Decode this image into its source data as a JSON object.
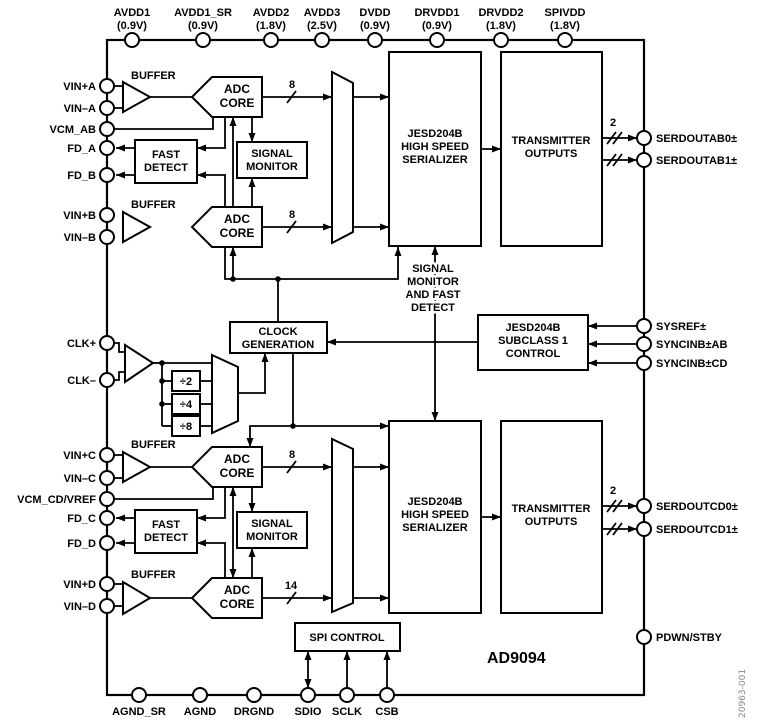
{
  "chip": {
    "part_number": "AD9094",
    "doc_number": "20963-001"
  },
  "top_pins": [
    {
      "name": "AVDD1",
      "voltage": "(0.9V)"
    },
    {
      "name": "AVDD1_SR",
      "voltage": "(0.9V)"
    },
    {
      "name": "AVDD2",
      "voltage": "(1.8V)"
    },
    {
      "name": "AVDD3",
      "voltage": "(2.5V)"
    },
    {
      "name": "DVDD",
      "voltage": "(0.9V)"
    },
    {
      "name": "DRVDD1",
      "voltage": "(0.9V)"
    },
    {
      "name": "DRVDD2",
      "voltage": "(1.8V)"
    },
    {
      "name": "SPIVDD",
      "voltage": "(1.8V)"
    }
  ],
  "left_pins": [
    "VIN+A",
    "VIN–A",
    "VCM_AB",
    "FD_A",
    "FD_B",
    "VIN+B",
    "VIN–B",
    "CLK+",
    "CLK–",
    "VIN+C",
    "VIN–C",
    "VCM_CD/VREF",
    "FD_C",
    "FD_D",
    "VIN+D",
    "VIN–D"
  ],
  "right_pins": [
    "SERDOUTAB0±",
    "SERDOUTAB1±",
    "SYSREF±",
    "SYNCINB±AB",
    "SYNCINB±CD",
    "SERDOUTCD0±",
    "SERDOUTCD1±",
    "PDWN/STBY"
  ],
  "bottom_pins": [
    "AGND_SR",
    "AGND",
    "DRGND",
    "SDIO",
    "SCLK",
    "CSB"
  ],
  "blocks": {
    "buffer": "BUFFER",
    "adc_core": [
      "ADC",
      "CORE"
    ],
    "fast_detect": [
      "FAST",
      "DETECT"
    ],
    "signal_monitor": [
      "SIGNAL",
      "MONITOR"
    ],
    "clock_generation": [
      "CLOCK",
      "GENERATION"
    ],
    "dividers": [
      "÷2",
      "÷4",
      "÷8"
    ],
    "jesd_serializer": [
      "JESD204B",
      "HIGH SPEED",
      "SERIALIZER"
    ],
    "transmitter": [
      "TRANSMITTER",
      "OUTPUTS"
    ],
    "jesd_subclass": [
      "JESD204B",
      "SUBCLASS 1",
      "CONTROL"
    ],
    "spi_control": "SPI CONTROL"
  },
  "bus_widths": {
    "adc_a": "8",
    "adc_b": "8",
    "adc_c": "8",
    "adc_d": "14",
    "serdout_ab": "2",
    "serdout_cd": "2"
  },
  "note_signal_monitor": [
    "SIGNAL",
    "MONITOR",
    "AND FAST",
    "DETECT"
  ]
}
